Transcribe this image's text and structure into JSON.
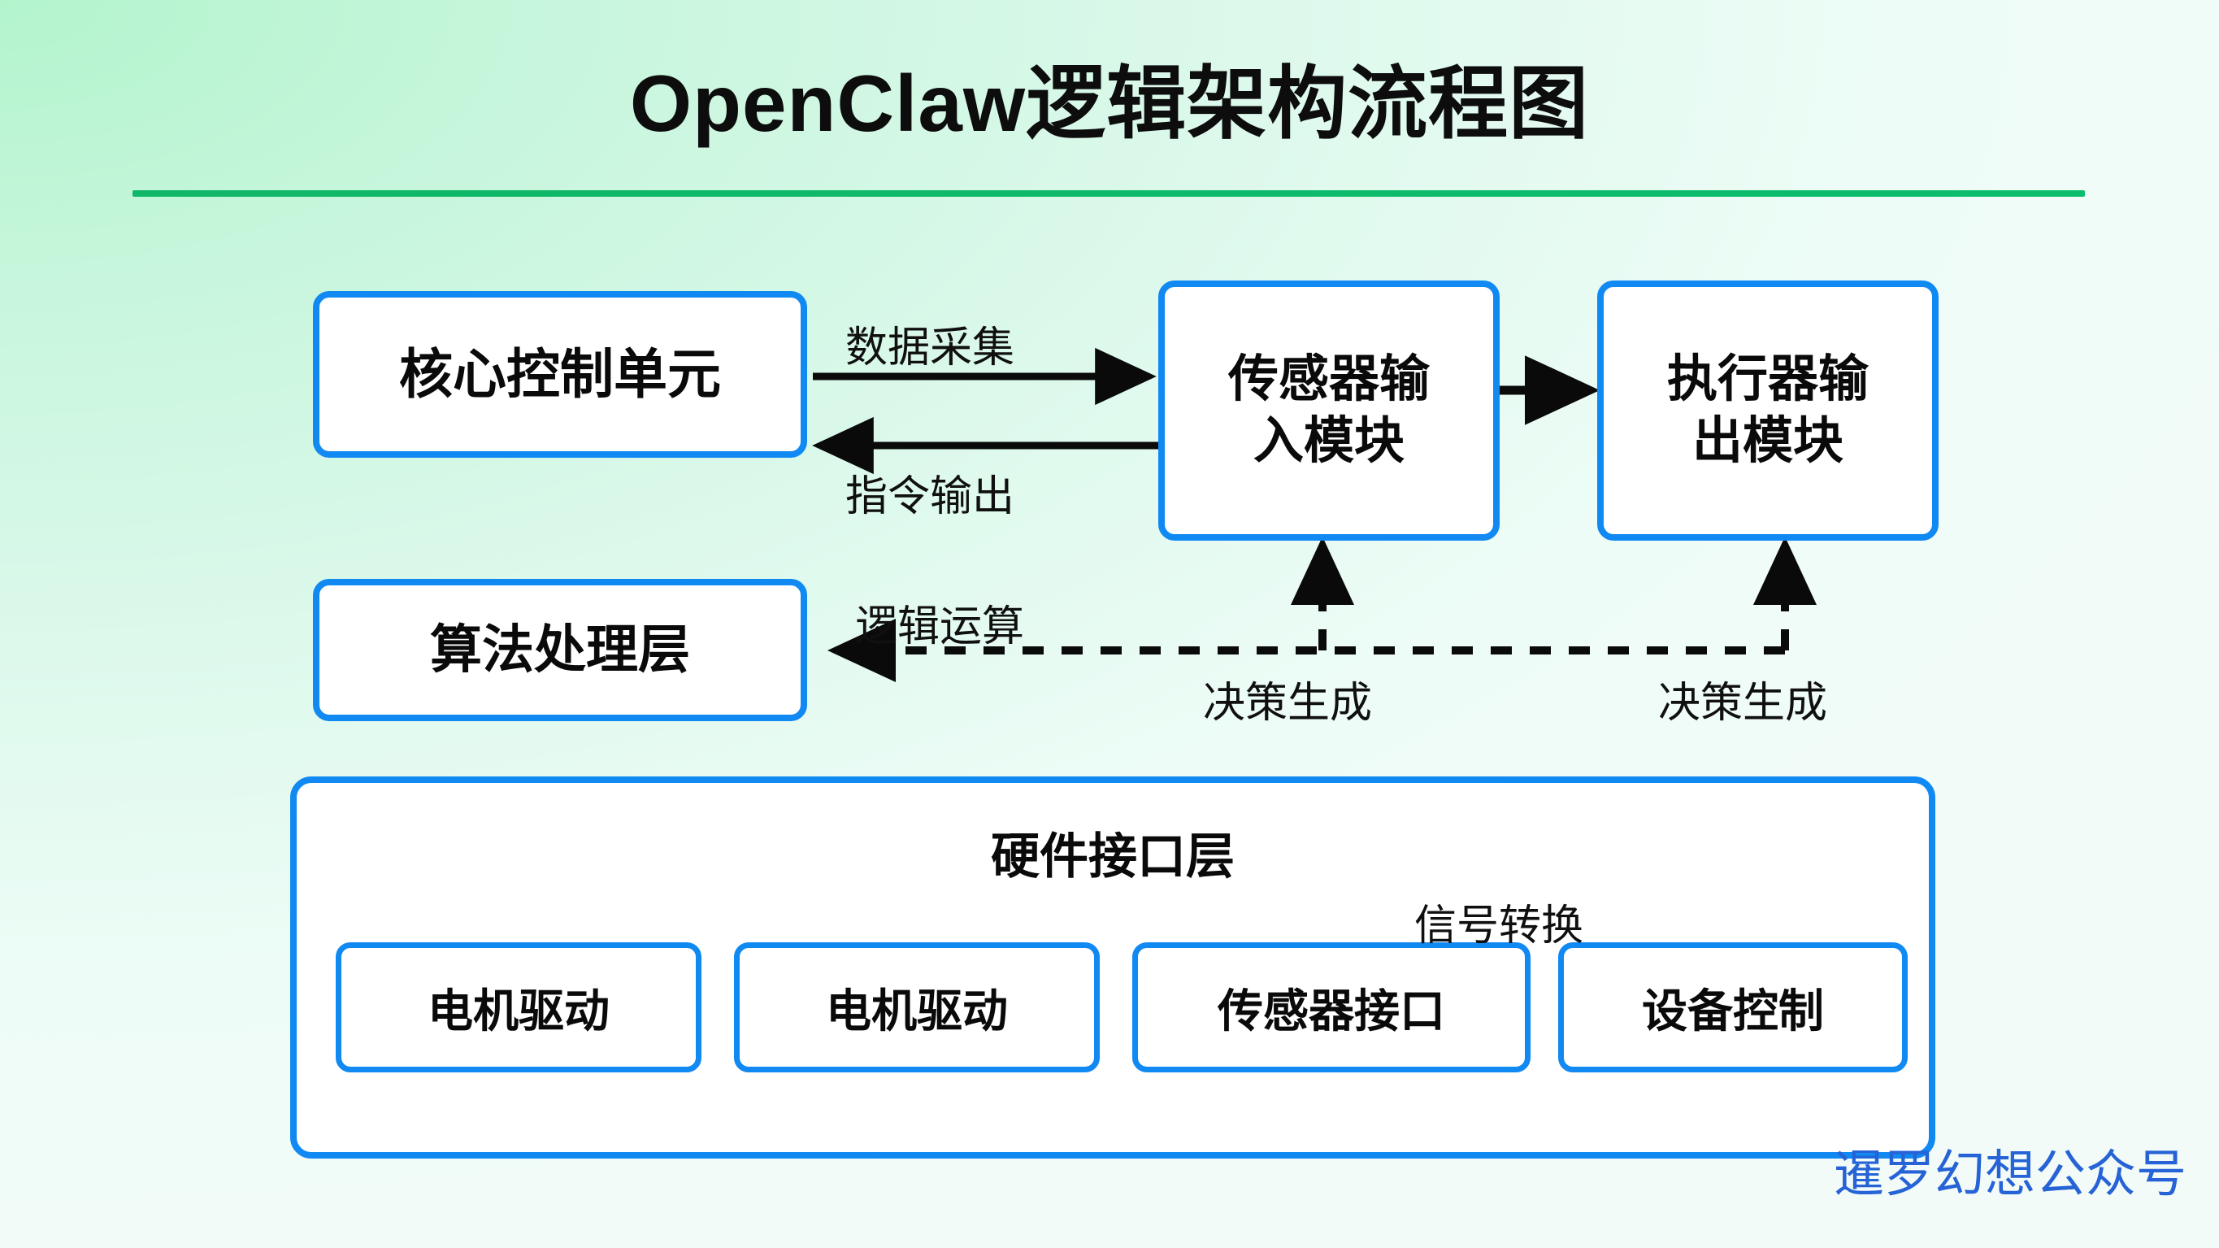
{
  "title": "OpenClaw逻辑架构流程图",
  "colors": {
    "box_border": "#1189f2",
    "box_fill": "#ffffff",
    "rule": "#10b768",
    "text": "#0a0a0a",
    "watermark": "#2563d6",
    "background_from": "#aaf2c8",
    "background_to": "#f4fbf9"
  },
  "nodes": {
    "core": "核心控制单元",
    "sensor_input_line1": "传感器输",
    "sensor_input_line2": "入模块",
    "actuator_output_line1": "执行器输",
    "actuator_output_line2": "出模块",
    "algorithm": "算法处理层",
    "hardware_layer": "硬件接口层",
    "hw1": "电机驱动",
    "hw2": "电机驱动",
    "hw3": "传感器接口",
    "hw4": "设备控制"
  },
  "edge_labels": {
    "data_collect": "数据采集",
    "command_output": "指令输出",
    "logic_operation": "逻辑运算",
    "decision_gen_left": "决策生成",
    "decision_gen_right": "决策生成",
    "signal_convert": "信号转换"
  },
  "watermark": "暹罗幻想公众号"
}
